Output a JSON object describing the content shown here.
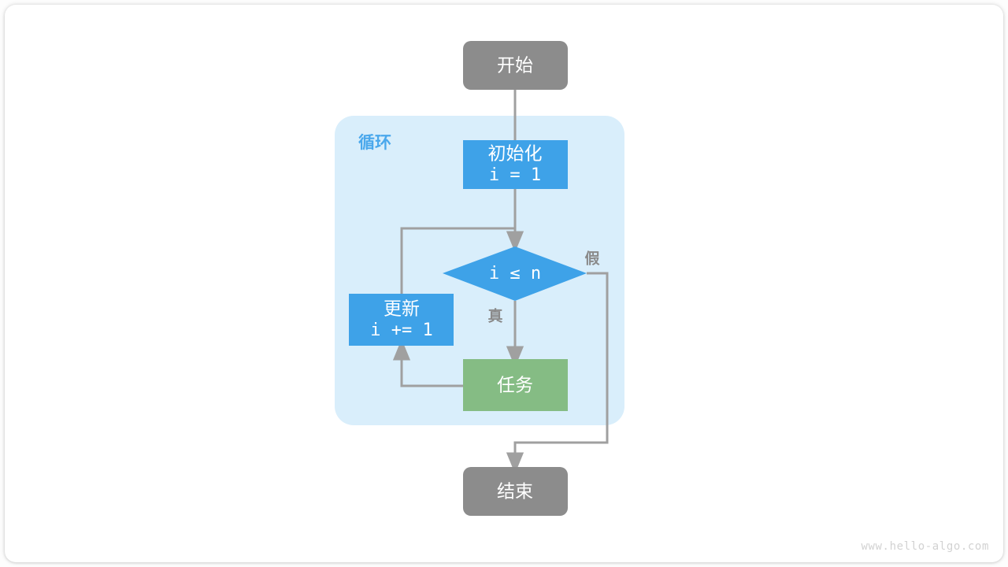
{
  "diagram": {
    "title": "loop-flowchart",
    "colors": {
      "terminal": "#8c8c8c",
      "process_blue": "#3ea2e8",
      "task_green": "#85bc84",
      "loop_region": "#d9eefb",
      "edge": "#a0a0a0",
      "loop_label": "#4aa8ec",
      "node_text": "#ffffff",
      "edge_label": "#8a8a8a",
      "watermark": "#d2d2d2",
      "page_background": "#ffffff"
    },
    "loop_region": {
      "label": "循环"
    },
    "nodes": {
      "start": {
        "label": "开始",
        "shape": "rounded-rect",
        "color": "#8c8c8c"
      },
      "init": {
        "line1": "初始化",
        "line2": "i = 1",
        "shape": "rect",
        "color": "#3ea2e8"
      },
      "condition": {
        "label": "i ≤ n",
        "shape": "diamond",
        "color": "#3ea2e8"
      },
      "update": {
        "line1": "更新",
        "line2": "i += 1",
        "shape": "rect",
        "color": "#3ea2e8"
      },
      "task": {
        "label": "任务",
        "shape": "rect",
        "color": "#85bc84"
      },
      "end": {
        "label": "结束",
        "shape": "rounded-rect",
        "color": "#8c8c8c"
      }
    },
    "edge_labels": {
      "true_branch": "真",
      "false_branch": "假"
    }
  },
  "watermark": {
    "text": "www.hello-algo.com"
  }
}
